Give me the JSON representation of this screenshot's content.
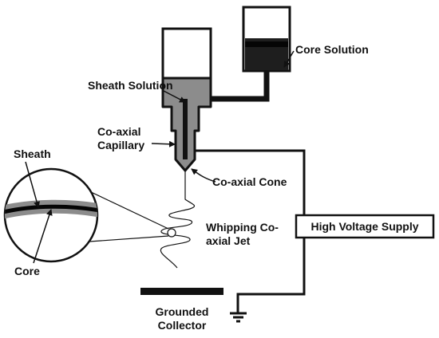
{
  "labels": {
    "core_solution": "Core Solution",
    "sheath_solution": "Sheath Solution",
    "coaxial_capillary_line1": "Co-axial",
    "coaxial_capillary_line2": "Capillary",
    "sheath": "Sheath",
    "coaxial_cone": "Co-axial Cone",
    "whipping_jet_line1": "Whipping Co-",
    "whipping_jet_line2": "axial Jet",
    "high_voltage_supply": "High Voltage Supply",
    "core": "Core",
    "grounded_collector_line1": "Grounded",
    "grounded_collector_line2": "Collector"
  },
  "colors": {
    "ink": "#111111",
    "sheath_fill": "#8c8c8c",
    "core_fill": "#1e1e1e",
    "core_band": "#050505",
    "background": "#ffffff"
  }
}
